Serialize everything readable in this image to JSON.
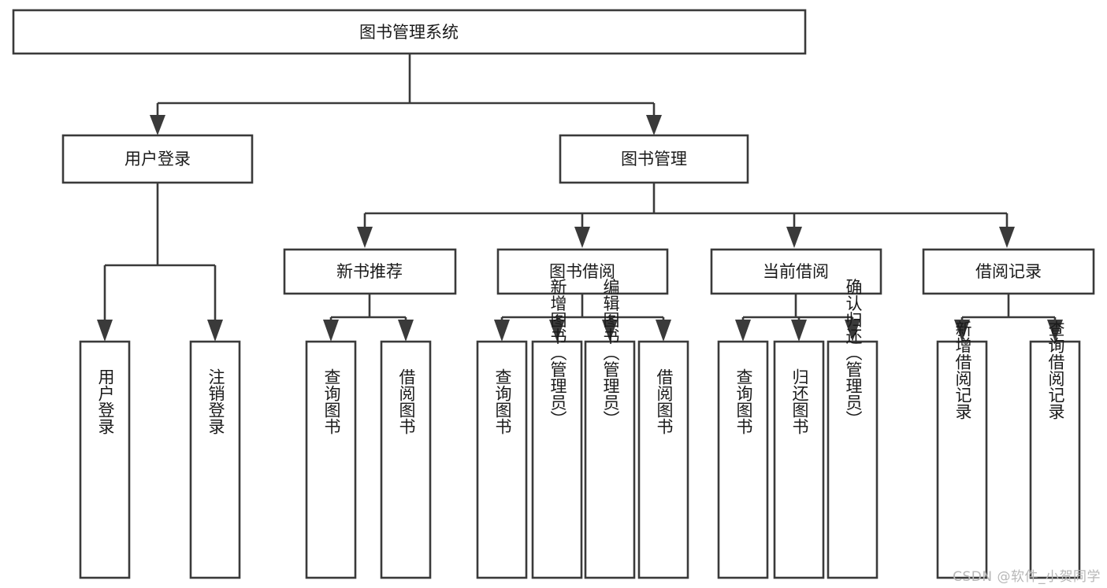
{
  "diagram": {
    "title": "图书管理系统",
    "type": "tree-hierarchy",
    "watermark": "CSDN @软件_小贺同学",
    "colors": {
      "box_stroke": "#3a3a3a",
      "box_fill": "#ffffff",
      "connector": "#3a3a3a",
      "text": "#1a1a1a",
      "watermark": "#b7b7b7",
      "background": "#ffffff"
    },
    "root": {
      "label": "图书管理系统"
    },
    "level1": [
      {
        "label": "用户登录"
      },
      {
        "label": "图书管理"
      }
    ],
    "level2": [
      {
        "label": "新书推荐"
      },
      {
        "label": "图书借阅"
      },
      {
        "label": "当前借阅"
      },
      {
        "label": "借阅记录"
      }
    ],
    "leaves": {
      "user_login": [
        {
          "label": "用户登录"
        },
        {
          "label": "注销登录"
        }
      ],
      "new_book_recommend": [
        {
          "label": "查询图书"
        },
        {
          "label": "借阅图书"
        }
      ],
      "book_borrow": [
        {
          "label": "查询图书"
        },
        {
          "label": "新增图书（管理员）"
        },
        {
          "label": "编辑图书（管理员）"
        },
        {
          "label": "借阅图书"
        }
      ],
      "current_borrow": [
        {
          "label": "查询图书"
        },
        {
          "label": "归还图书"
        },
        {
          "label": "确认归还（管理员）"
        }
      ],
      "borrow_record": [
        {
          "label": "新增借阅记录"
        },
        {
          "label": "查询借阅记录"
        }
      ]
    }
  }
}
